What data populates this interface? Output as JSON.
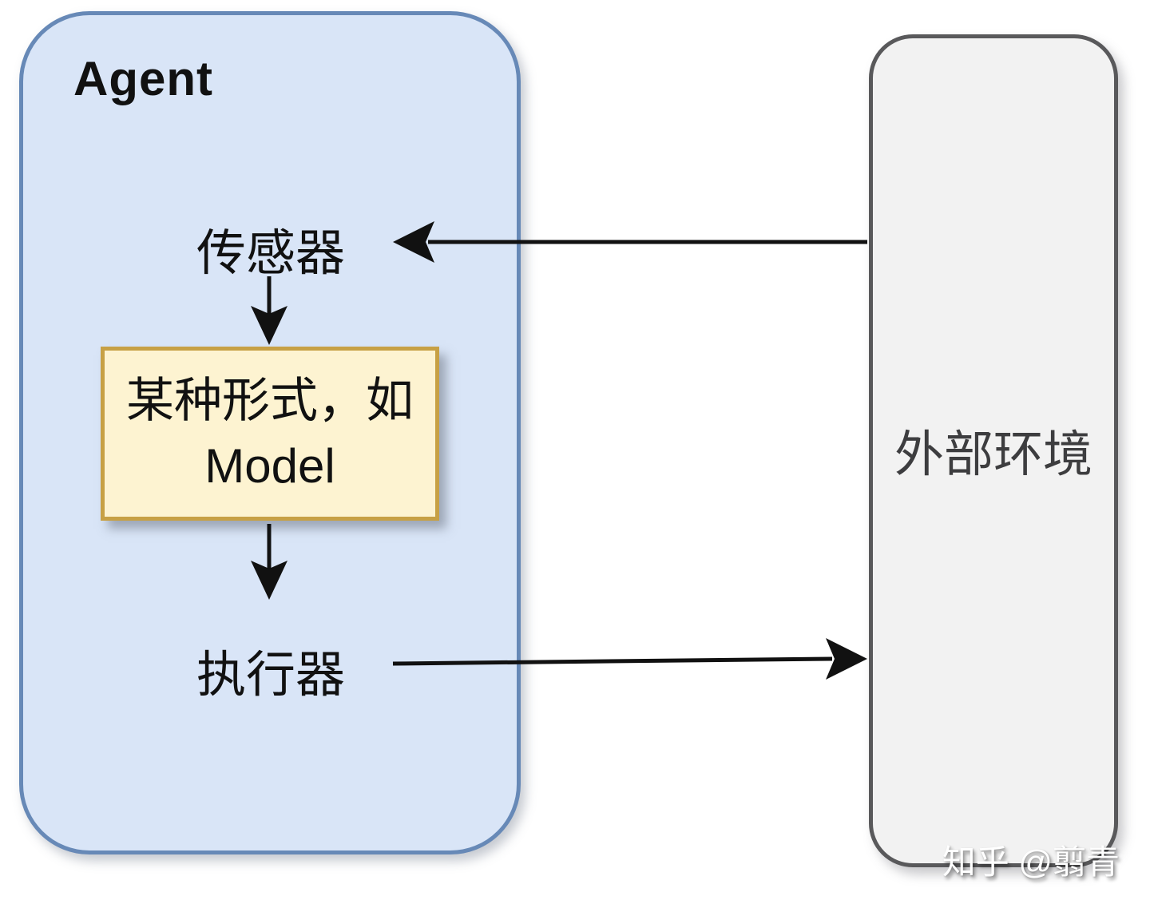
{
  "diagram": {
    "agent": {
      "title": "Agent",
      "sensor_label": "传感器",
      "model_box": {
        "line1": "某种形式，如",
        "line2": "Model"
      },
      "actuator_label": "执行器"
    },
    "environment": {
      "label": "外部环境"
    },
    "arrows": [
      {
        "name": "environment-to-sensor",
        "direction": "left"
      },
      {
        "name": "sensor-to-model",
        "direction": "down"
      },
      {
        "name": "model-to-actuator",
        "direction": "down"
      },
      {
        "name": "actuator-to-environment",
        "direction": "right"
      }
    ],
    "watermark": "知乎 @翦青",
    "colors": {
      "agent_fill": "#d9e5f7",
      "agent_border": "#6789b7",
      "model_fill": "#fdf3d1",
      "model_border": "#c7a044",
      "env_fill": "#f2f2f2",
      "env_border": "#59595b",
      "arrow": "#111111",
      "env_text": "#3d3d3f",
      "text": "#111111"
    }
  }
}
